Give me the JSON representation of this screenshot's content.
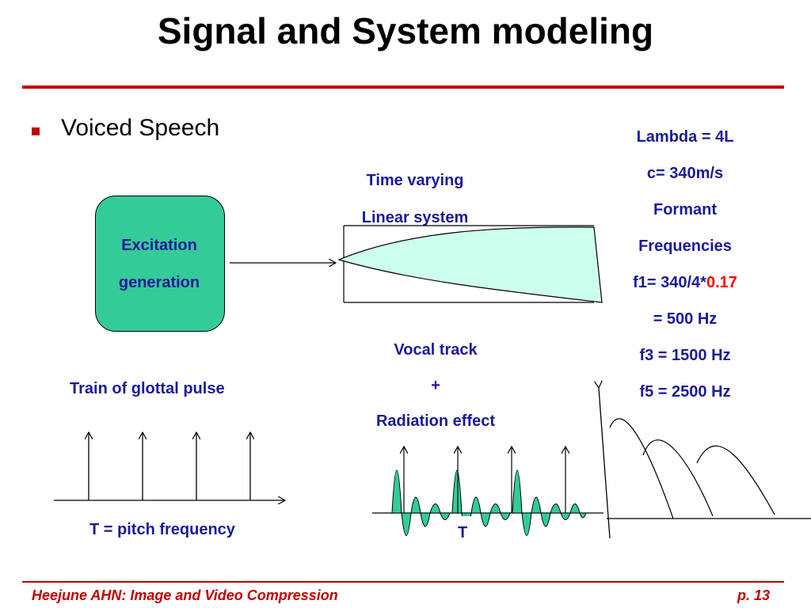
{
  "title": "Signal and System modeling",
  "bullet": "Voiced Speech",
  "excitation": {
    "line1": "Excitation",
    "line2": "generation"
  },
  "linear_system": {
    "line1": "Time varying",
    "line2": "Linear system"
  },
  "vocal": {
    "line1": "Vocal track",
    "line2": "+",
    "line3": "Radiation effect"
  },
  "glottal": {
    "label": "Train of glottal pulse",
    "period_label": "T = pitch frequency"
  },
  "waveform_label": "T",
  "formant": {
    "line1": "Lambda = 4L",
    "line2": "c= 340m/s",
    "line3": "Formant",
    "line4": "Frequencies",
    "line5_prefix": "f1= 340/4*",
    "line5_value": "0.17",
    "line6": "= 500 Hz",
    "line7": "f3 = 1500 Hz",
    "line8": "f5 = 2500 Hz"
  },
  "footer": {
    "left": "Heejune AHN: Image and Video Compression",
    "right": "p. 13"
  },
  "colors": {
    "accent": "#c00000",
    "text_blue": "#1a1a99",
    "fill_green": "#33cc99",
    "fill_mint": "#ccffee",
    "highlight": "#ff0000"
  }
}
